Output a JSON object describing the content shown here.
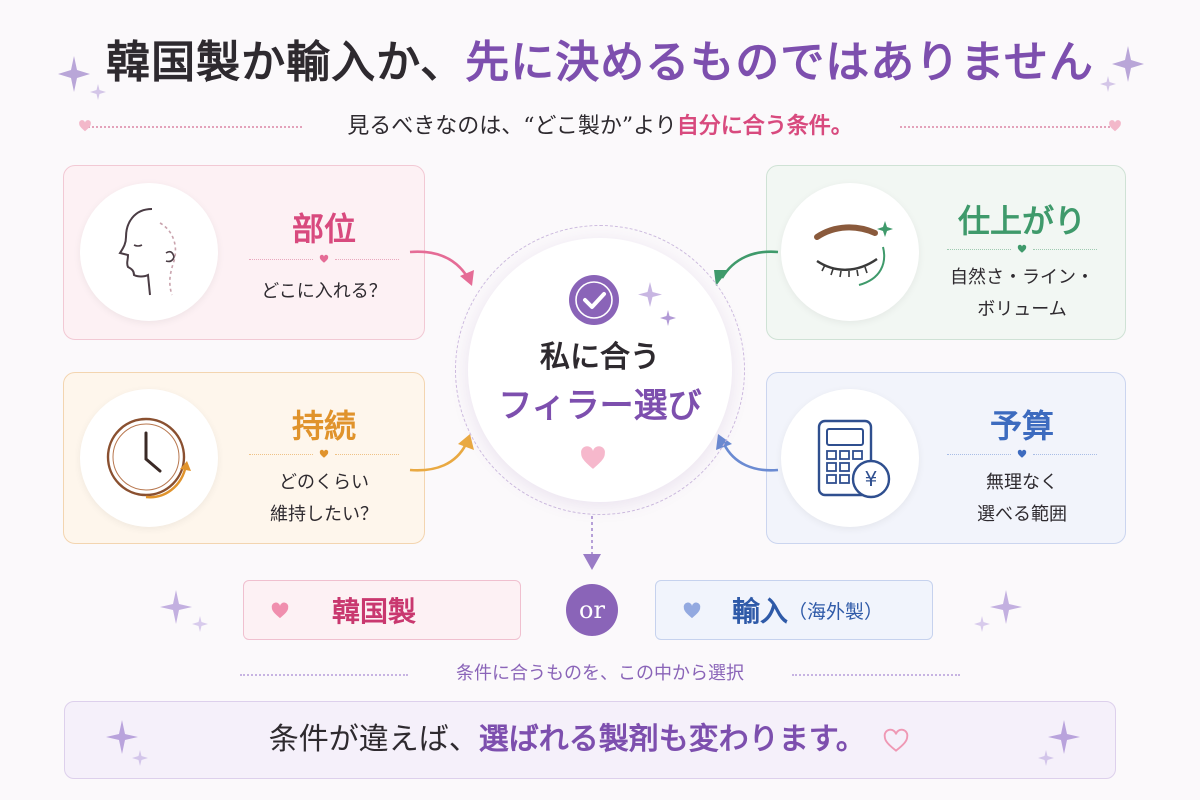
{
  "title": {
    "main": "韓国製か輸入か、",
    "accent": "先に決めるものではありません"
  },
  "subtitle": {
    "main": "見るべきなのは、“どこ製か”より",
    "accent": "自分に合う条件。"
  },
  "center": {
    "line1": "私に合う",
    "line2": "フィラー選び"
  },
  "cards": {
    "area": {
      "title": "部位",
      "desc": [
        "どこに入れる？"
      ],
      "color": "#d84a7e"
    },
    "finish": {
      "title": "仕上がり",
      "desc": [
        "自然さ・ライン・",
        "ボリューム"
      ],
      "color": "#3f9a6b"
    },
    "duration": {
      "title": "持続",
      "desc": [
        "どのくらい",
        "維持したい？"
      ],
      "color": "#e0932c"
    },
    "budget": {
      "title": "予算",
      "desc": [
        "無理なく",
        "選べる範囲"
      ],
      "color": "#3d6bbf"
    }
  },
  "options": {
    "korean": "韓国製",
    "or": "or",
    "import_main": "輸入",
    "import_sub": "（海外製）"
  },
  "select_text": "条件に合うものを、この中から選択",
  "bottom": {
    "main": "条件が違えば、",
    "accent": "選ばれる製剤も変わります。"
  },
  "icons": {
    "area": "face-profile-icon",
    "finish": "eye-icon",
    "duration": "clock-icon",
    "budget": "calculator-icon",
    "center": "check-badge-icon",
    "decor": "sparkle-icon",
    "heart": "heart-icon"
  },
  "colors": {
    "purple": "#7d4fae",
    "pink": "#d84a7e",
    "green": "#3f9a6b",
    "orange": "#e0932c",
    "blue": "#3d6bbf"
  }
}
